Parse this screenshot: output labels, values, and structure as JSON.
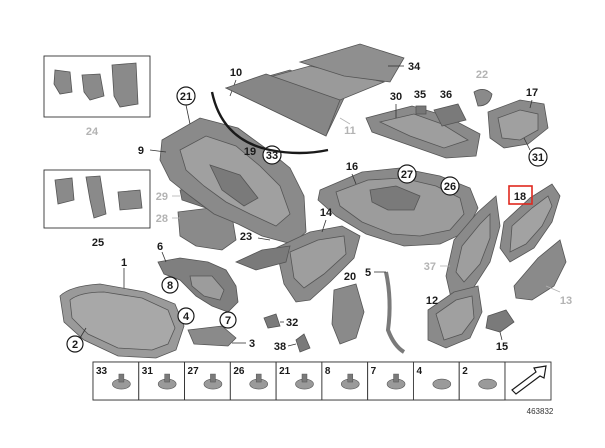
{
  "colors": {
    "part_fill": "#8a8a8a",
    "part_dark": "#6f6f6f",
    "part_light": "#a8a8a8",
    "highlight": "#e0281e",
    "gray_label": "#b3b3b3"
  },
  "labels": {
    "l1": "1",
    "l2": "2",
    "l4": "4",
    "l3": "3",
    "l5": "5",
    "l6": "6",
    "l7": "7",
    "l8": "8",
    "l9": "9",
    "l10": "10",
    "l11": "11",
    "l12": "12",
    "l13": "13",
    "l14": "14",
    "l15": "15",
    "l16": "16",
    "l17": "17",
    "l18": "18",
    "l19": "19",
    "l20": "20",
    "l21": "21",
    "l22": "22",
    "l23": "23",
    "l24": "24",
    "l25": "25",
    "l26": "26",
    "l27": "27",
    "l28": "28",
    "l29": "29",
    "l30": "30",
    "l31": "31",
    "l32": "32",
    "l33": "33",
    "l34": "34",
    "l35": "35",
    "l36": "36",
    "l37": "37",
    "l38": "38"
  },
  "fastener_strip": [
    "33",
    "31",
    "27",
    "26",
    "21",
    "8",
    "7",
    "4",
    "2"
  ],
  "reference_number": "463832"
}
